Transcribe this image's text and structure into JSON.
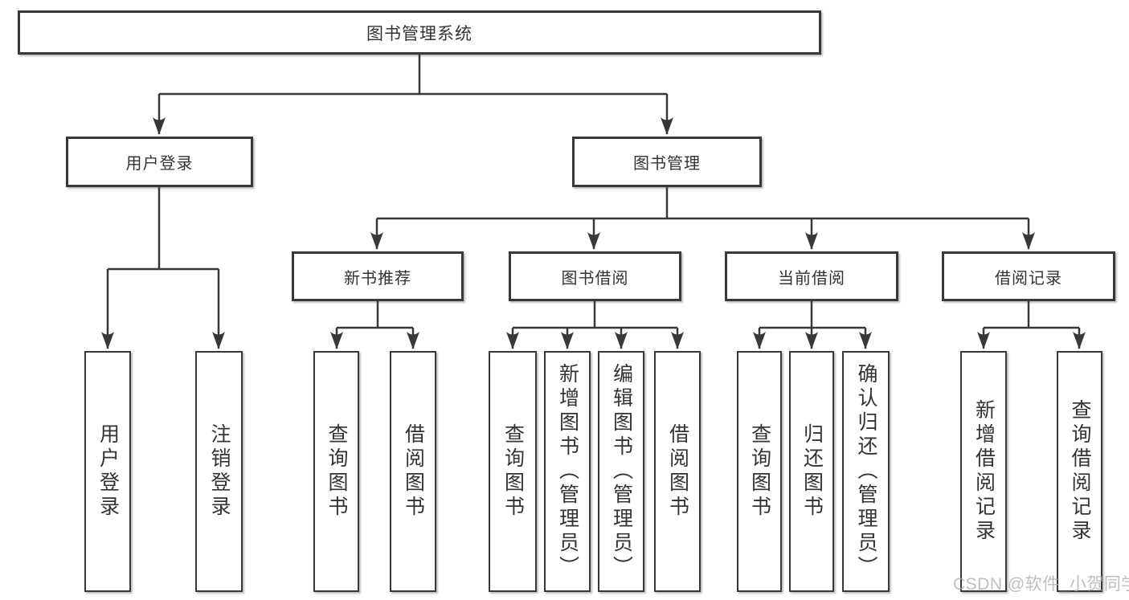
{
  "diagram": {
    "root": {
      "label": "图书管理系统"
    },
    "level2": [
      {
        "label": "用户登录",
        "children": [
          {
            "label": "用户登录"
          },
          {
            "label": "注销登录"
          }
        ]
      },
      {
        "label": "图书管理",
        "sections": [
          {
            "label": "新书推荐",
            "children": [
              {
                "label": "查询图书"
              },
              {
                "label": "借阅图书"
              }
            ]
          },
          {
            "label": "图书借阅",
            "children": [
              {
                "label": "查询图书"
              },
              {
                "label": "新增图书（管理员）"
              },
              {
                "label": "编辑图书（管理员）"
              },
              {
                "label": "借阅图书"
              }
            ]
          },
          {
            "label": "当前借阅",
            "children": [
              {
                "label": "查询图书"
              },
              {
                "label": "归还图书"
              },
              {
                "label": "确认归还（管理员）"
              }
            ]
          },
          {
            "label": "借阅记录",
            "children": [
              {
                "label": "新增借阅记录"
              },
              {
                "label": "查询借阅记录"
              }
            ]
          }
        ]
      }
    ]
  },
  "watermark": {
    "text": "CSDN @软件_小贺同学"
  },
  "colors": {
    "line": "#383838",
    "text": "#333333",
    "background": "#ffffff",
    "watermark": "#bbbbbb"
  }
}
